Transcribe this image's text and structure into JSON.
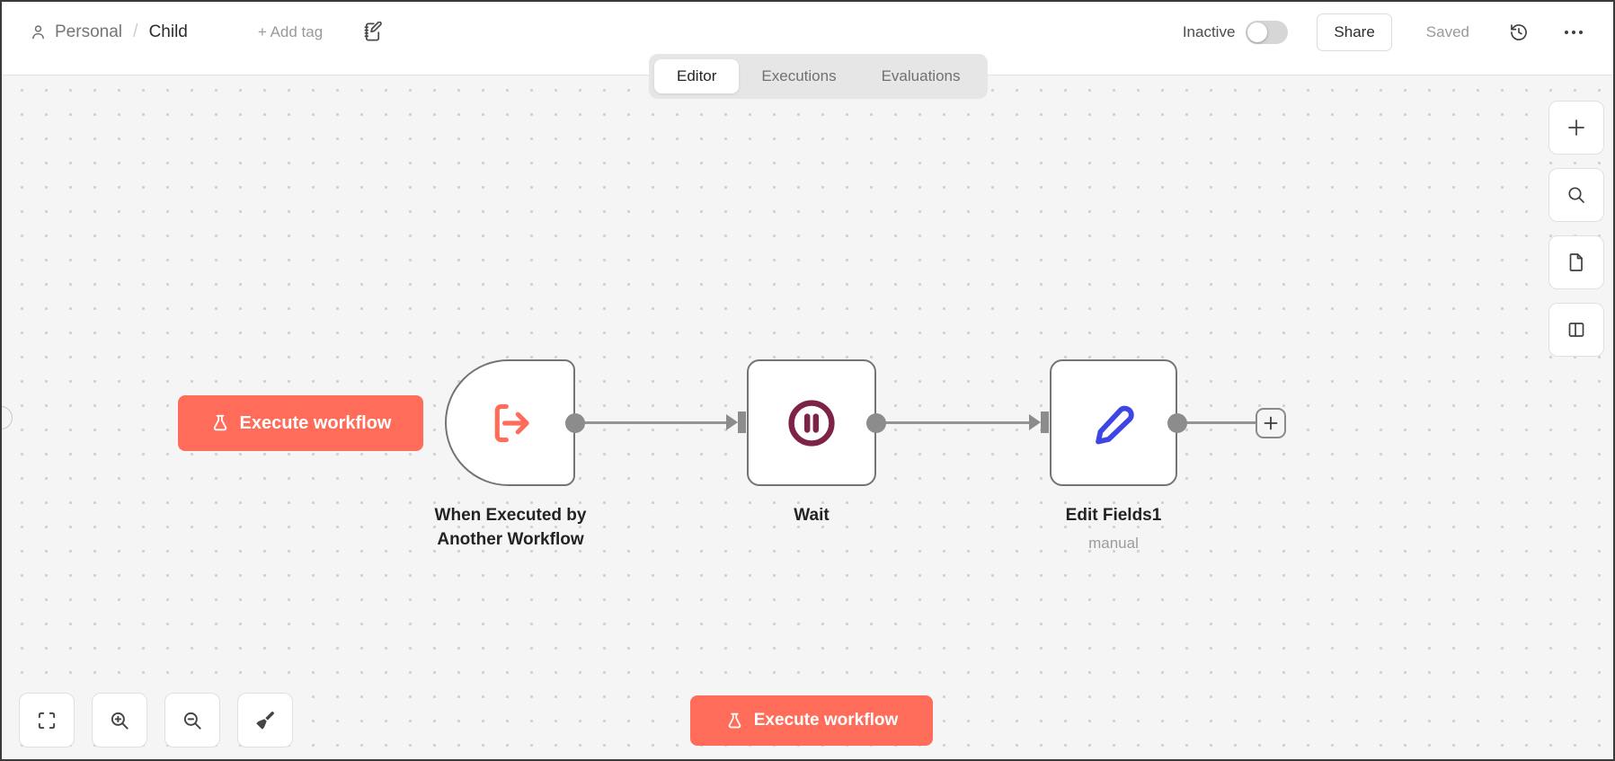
{
  "header": {
    "breadcrumb": {
      "owner": "Personal",
      "separator": "/",
      "title": "Child"
    },
    "add_tag_label": "+ Add tag",
    "activation_label": "Inactive",
    "activation_enabled": false,
    "share_label": "Share",
    "save_status": "Saved"
  },
  "tabs": [
    {
      "label": "Editor",
      "active": true
    },
    {
      "label": "Executions",
      "active": false
    },
    {
      "label": "Evaluations",
      "active": false
    }
  ],
  "canvas": {
    "execute_workflow_label": "Execute workflow",
    "nodes": [
      {
        "label": "When Executed by Another Workflow",
        "type": "execute-workflow-trigger",
        "icon": "workflow-input-arrow-icon",
        "icon_color": "#ff6d5a"
      },
      {
        "label": "Wait",
        "type": "wait",
        "icon": "pause-circle-icon",
        "icon_color": "#7d2348"
      },
      {
        "label": "Edit Fields1",
        "subtitle": "manual",
        "type": "set",
        "icon": "pen-icon",
        "icon_color": "#3d46e2"
      }
    ],
    "side_toolbar_icons": [
      "plus-icon",
      "search-icon",
      "file-icon",
      "panel-icon"
    ],
    "zoom_controls_icons": [
      "fit-view-icon",
      "zoom-in-icon",
      "zoom-out-icon",
      "tidy-up-icon"
    ]
  },
  "colors": {
    "accent": "#ff6d5a",
    "canvas_bg": "#f5f5f5",
    "node_border": "#747474",
    "connector": "#8c8c8c"
  }
}
